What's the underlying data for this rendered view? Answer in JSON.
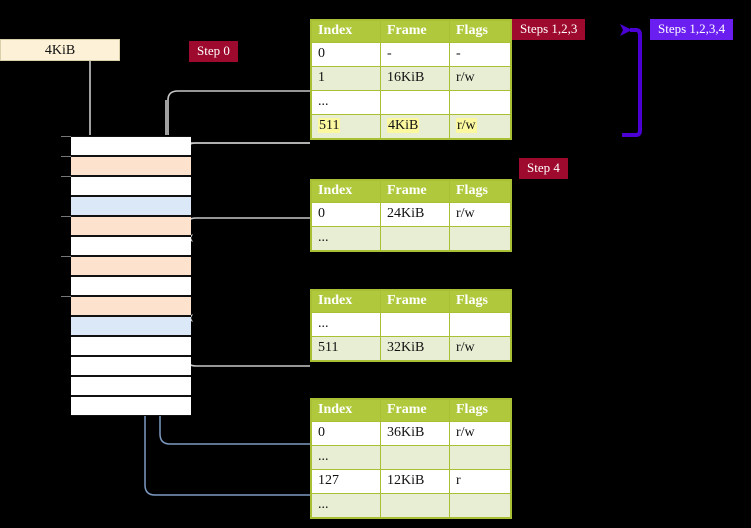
{
  "labels": {
    "kib_box": "4KiB",
    "step0": "Step 0",
    "step4": "Step 4",
    "steps123": "Steps 1,2,3",
    "steps1234": "Steps 1,2,3,4"
  },
  "colors": {
    "badge_red": "#9e0a2e",
    "badge_blue": "#6a1ef0",
    "table_header": "#b0c93c",
    "table_alt_row": "#e8eed4",
    "highlight": "#fbf8a0",
    "mem_orange": "#fde3cd",
    "mem_blue": "#dbe8f8",
    "kib_box_bg": "#fdf2d8",
    "wire_grey": "#c8c8c8",
    "wire_blue": "#7d9bc1"
  },
  "tables": [
    {
      "name": "pml4-table",
      "headers": [
        "Index",
        "Frame",
        "Flags"
      ],
      "rows": [
        {
          "style": "plain",
          "cells": [
            "0",
            "-",
            "-"
          ],
          "highlight": false
        },
        {
          "style": "alt",
          "cells": [
            "1",
            "16KiB",
            "r/w"
          ],
          "highlight": false
        },
        {
          "style": "plain",
          "cells": [
            "...",
            "",
            ""
          ],
          "highlight": false
        },
        {
          "style": "alt",
          "cells": [
            "511",
            "4KiB",
            "r/w"
          ],
          "highlight": true
        }
      ]
    },
    {
      "name": "pdpt-table",
      "headers": [
        "Index",
        "Frame",
        "Flags"
      ],
      "rows": [
        {
          "style": "plain",
          "cells": [
            "0",
            "24KiB",
            "r/w"
          ],
          "highlight": false
        },
        {
          "style": "alt",
          "cells": [
            "...",
            "",
            ""
          ],
          "highlight": false
        }
      ]
    },
    {
      "name": "pd-table",
      "headers": [
        "Index",
        "Frame",
        "Flags"
      ],
      "rows": [
        {
          "style": "plain",
          "cells": [
            "...",
            "",
            ""
          ],
          "highlight": false
        },
        {
          "style": "alt",
          "cells": [
            "511",
            "32KiB",
            "r/w"
          ],
          "highlight": false
        }
      ]
    },
    {
      "name": "pt-table",
      "headers": [
        "Index",
        "Frame",
        "Flags"
      ],
      "rows": [
        {
          "style": "plain",
          "cells": [
            "0",
            "36KiB",
            "r/w"
          ],
          "highlight": false
        },
        {
          "style": "alt",
          "cells": [
            "...",
            "",
            ""
          ],
          "highlight": false
        },
        {
          "style": "plain",
          "cells": [
            "127",
            "12KiB",
            "r"
          ],
          "highlight": false
        },
        {
          "style": "alt",
          "cells": [
            "...",
            "",
            ""
          ],
          "highlight": false
        }
      ]
    }
  ],
  "memory": {
    "rows": [
      {
        "fill": "white",
        "tick": true
      },
      {
        "fill": "orange",
        "tick": true
      },
      {
        "fill": "white",
        "tick": true
      },
      {
        "fill": "blue",
        "tick": false
      },
      {
        "fill": "orange",
        "tick": true
      },
      {
        "fill": "white",
        "tick": false
      },
      {
        "fill": "orange",
        "tick": true
      },
      {
        "fill": "white",
        "tick": false
      },
      {
        "fill": "orange",
        "tick": true
      },
      {
        "fill": "blue",
        "tick": false
      },
      {
        "fill": "white",
        "tick": false
      },
      {
        "fill": "white",
        "tick": false
      },
      {
        "fill": "white",
        "tick": false
      },
      {
        "fill": "white",
        "tick": false
      }
    ]
  }
}
